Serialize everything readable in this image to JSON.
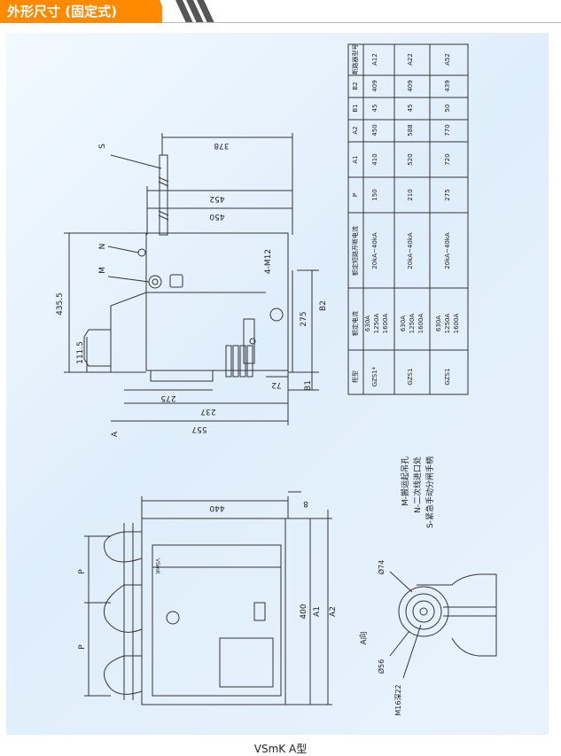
{
  "header": {
    "title": "外形尺寸 (固定式)",
    "accent_color": "#ff8a00"
  },
  "caption": "VSmK  A型",
  "dimensions": {
    "d378": "378",
    "d452": "452",
    "d450": "450",
    "d4355": "435.5",
    "d1115": "111.5",
    "d275a": "275",
    "d237": "237",
    "d557": "557",
    "d72": "72",
    "d275b": "275",
    "m12": "4-M12",
    "b2": "B2",
    "b1": "B1",
    "s": "S",
    "n": "N",
    "m": "M",
    "d440": "440",
    "d8": "8",
    "p1": "P",
    "p2": "P",
    "d400": "400",
    "a1": "A1",
    "a2": "A2",
    "vsmk": "VSmK",
    "a_view": "A",
    "a_dir": "A向",
    "phi74": "Ø74",
    "phi56": "Ø56",
    "m16": "M16深22"
  },
  "legend": {
    "items": [
      "M-搬运起吊孔",
      "N-二次线进口处",
      "S-紧急手动分闸手柄"
    ]
  },
  "table": {
    "headers": [
      "柜型",
      "额定电流",
      "额定短路开断电流",
      "P",
      "A1",
      "A2",
      "B1",
      "B2",
      "断路器型号"
    ],
    "rows": [
      {
        "type": "GZS1*",
        "current": [
          "630A",
          "1250A",
          "1600A"
        ],
        "breaking": "20kA~40kA",
        "p": "150",
        "a1": "410",
        "a2": "450",
        "b1": "45",
        "b2": "409",
        "model": "A12"
      },
      {
        "type": "GZS1",
        "current": [
          "630A",
          "1250A",
          "1600A"
        ],
        "breaking": "20kA~40kA",
        "p": "210",
        "a1": "520",
        "a2": "588",
        "b1": "45",
        "b2": "409",
        "model": "A22"
      },
      {
        "type": "GZS1",
        "current": [
          "630A",
          "1250A",
          "1600A"
        ],
        "breaking": "20kA~40kA",
        "p": "275",
        "a1": "720",
        "a2": "770",
        "b1": "50",
        "b2": "439",
        "model": "A52"
      }
    ]
  }
}
